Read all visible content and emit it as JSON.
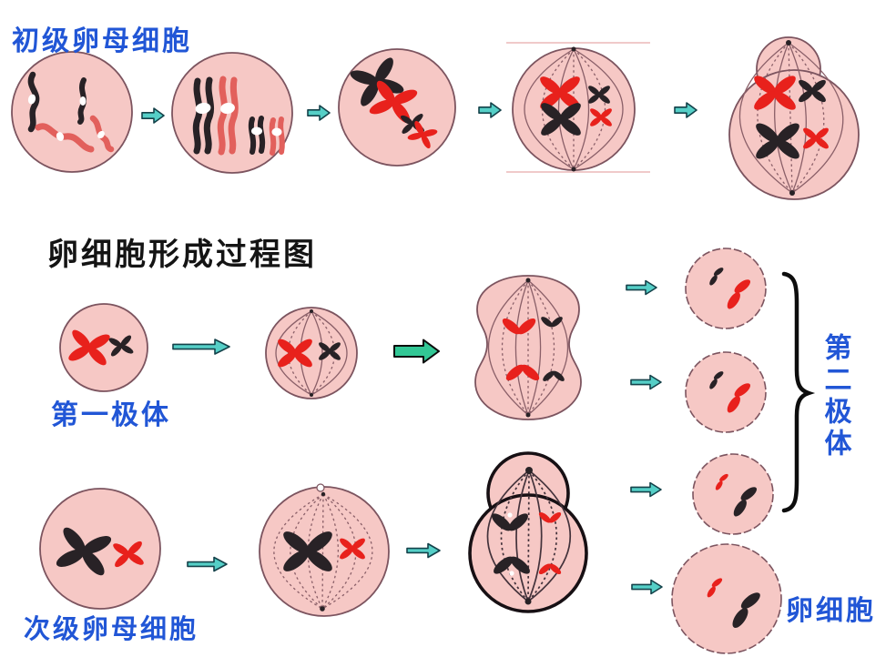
{
  "title": {
    "text": "卵细胞形成过程图"
  },
  "labels": {
    "primary_oocyte": "初级卵母细胞",
    "first_polar_body": "第一极体",
    "second_polar_body": "第二极体",
    "secondary_oocyte": "次级卵母细胞",
    "egg_cell": "卵细胞"
  },
  "colors": {
    "background": "#ffffff",
    "cell_fill": "#f6c8c5",
    "cell_outline": "#7c545f",
    "cell_outline_thick": "#171014",
    "chromosome_red": "#e8211c",
    "chromosome_red_light": "#e2605c",
    "chromosome_dark": "#282226",
    "spindle": "#8a5f68",
    "spindle_dark": "#43323b",
    "label_blue": "#2156d6",
    "title_black": "#141414",
    "arrow_teal": "#55cfc7",
    "arrow_green": "#32c795",
    "arrow_outline_dark": "#14424a",
    "brace": "#0d0d0d",
    "frame_line": "#f0caca"
  }
}
